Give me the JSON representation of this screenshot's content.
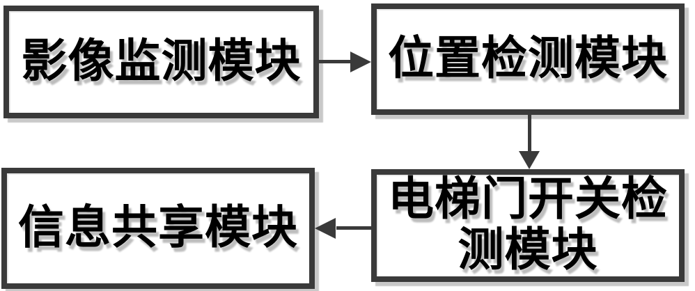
{
  "diagram": {
    "type": "flowchart",
    "background_color": "#ffffff",
    "border_color": "#3a3a3a",
    "box_shadow_color": "#c9c9c9",
    "text_color": "#000000",
    "nodes": [
      {
        "id": "image-monitoring-module",
        "label": "影像监测模块"
      },
      {
        "id": "position-detection-module",
        "label": "位置检测模块"
      },
      {
        "id": "elevator-door-switch-detection-module",
        "label": "电梯门开关检测模块"
      },
      {
        "id": "information-sharing-module",
        "label": "信息共享模块"
      }
    ],
    "connections": [
      {
        "from": "image-monitoring-module",
        "to": "position-detection-module",
        "direction": "right"
      },
      {
        "from": "position-detection-module",
        "to": "elevator-door-switch-detection-module",
        "direction": "down"
      },
      {
        "from": "elevator-door-switch-detection-module",
        "to": "information-sharing-module",
        "direction": "left"
      }
    ]
  }
}
